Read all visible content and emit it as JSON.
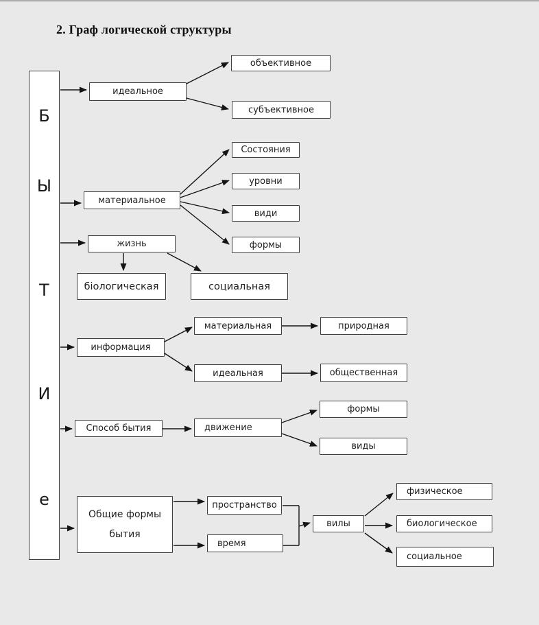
{
  "title": "2. Граф логической структуры",
  "spine": {
    "name": "БЫТИе",
    "letters": [
      "Б",
      "Ы",
      "Т",
      "И",
      "е"
    ]
  },
  "nodes": {
    "idealnoe": {
      "label": "идеальное"
    },
    "obektivnoe": {
      "label": "объективное"
    },
    "subektivnoe": {
      "label": "субъективное"
    },
    "materialnoe": {
      "label": "материальное"
    },
    "sostoyaniya": {
      "label": "Состояния"
    },
    "urovni": {
      "label": "уровни"
    },
    "vidi": {
      "label": "види"
    },
    "formy_materii": {
      "label": "формы"
    },
    "zhizn": {
      "label": "жизнь"
    },
    "biologicheskaya": {
      "label": "біологическая"
    },
    "sotsialnaya": {
      "label": "социальная"
    },
    "informatsiya": {
      "label": "информация"
    },
    "materialnaya": {
      "label": "материальная"
    },
    "prirodnaya": {
      "label": "природная"
    },
    "idealnaya": {
      "label": "идеальная"
    },
    "obshchestvennaya": {
      "label": "общественная"
    },
    "sposob_bytiya": {
      "label": "Способ бытия"
    },
    "dvizhenie": {
      "label": "движение"
    },
    "formy_dvizheniya": {
      "label": "формы"
    },
    "vidy_dvizheniya": {
      "label": "виды"
    },
    "obshchie_formy": {
      "line1": "Общие формы",
      "line2": "бытия"
    },
    "prostranstvo": {
      "label": "пространство"
    },
    "vremya": {
      "label": "время"
    },
    "vily": {
      "label": "вилы"
    },
    "fizicheskoe": {
      "label": "физическое"
    },
    "biologicheskoe": {
      "label": "биологическое"
    },
    "sotsialnoe": {
      "label": "социальное"
    }
  },
  "colors": {
    "background": "#e9e9e9",
    "box_fill": "#ffffff",
    "box_border": "#3f3f3f",
    "arrow": "#141414",
    "text": "#1f1f1f"
  }
}
